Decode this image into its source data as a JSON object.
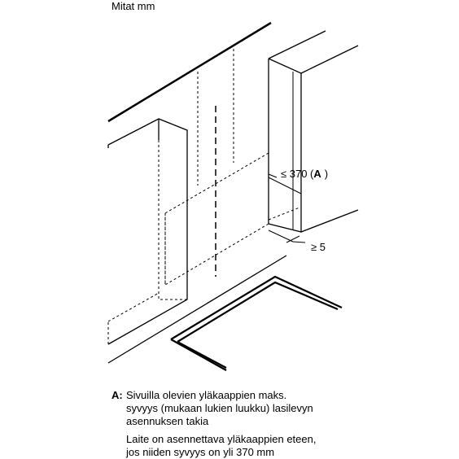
{
  "title": "Mitat mm",
  "dimensions": {
    "depth_label": "≤ 370 (",
    "depth_ref": "A",
    "depth_close": ")",
    "gap_label": "≥ 5"
  },
  "notes": {
    "a_label": "A:",
    "a_lines": [
      "Sivuilla olevien yläkaappien maks.",
      "syvyys (mukaan lukien luukku) lasilevyn",
      "asennuksen takia"
    ],
    "b_lines": [
      "Laite on asennettava yläkaappien eteen,",
      "jos niiden syvyys on yli 370 mm"
    ]
  }
}
